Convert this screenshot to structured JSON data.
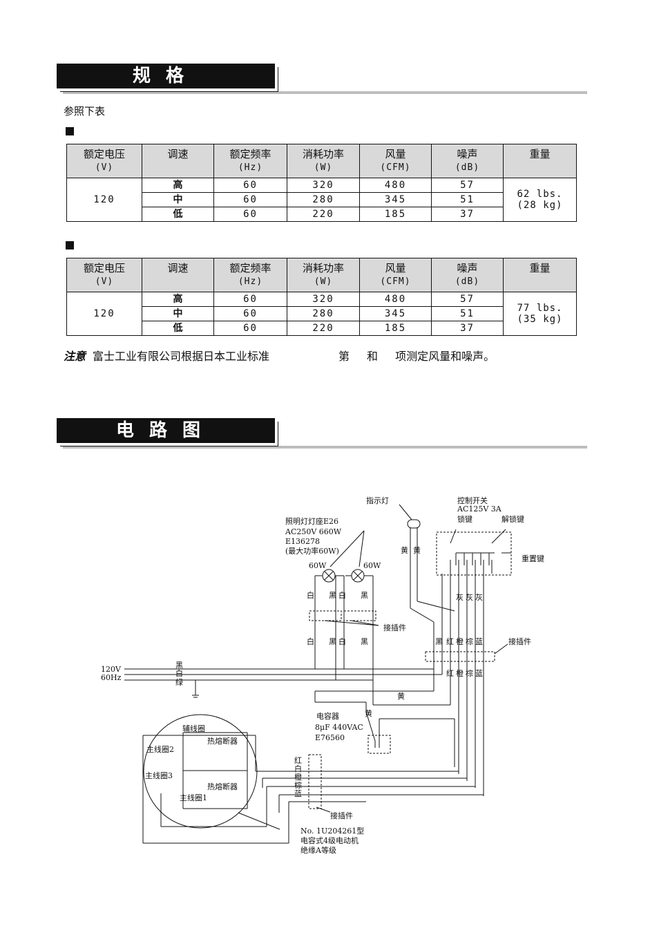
{
  "spec_section": {
    "title": "规格",
    "ref_text": "参照下表"
  },
  "table_headers": [
    {
      "label": "额定电压",
      "unit": "(V)"
    },
    {
      "label": "调速",
      "unit": ""
    },
    {
      "label": "额定频率",
      "unit": "(Hz)"
    },
    {
      "label": "消耗功率",
      "unit": "(W)"
    },
    {
      "label": "风量",
      "unit": "(CFM)"
    },
    {
      "label": "噪声",
      "unit": "(dB)"
    },
    {
      "label": "重量",
      "unit": ""
    }
  ],
  "table1": {
    "voltage": "120",
    "rows": [
      {
        "speed": "高",
        "freq": "60",
        "power": "320",
        "airflow": "480",
        "noise": "57"
      },
      {
        "speed": "中",
        "freq": "60",
        "power": "280",
        "airflow": "345",
        "noise": "51"
      },
      {
        "speed": "低",
        "freq": "60",
        "power": "220",
        "airflow": "185",
        "noise": "37"
      }
    ],
    "weight_lbs": "62 lbs.",
    "weight_kg": "(28 kg)"
  },
  "table2": {
    "voltage": "120",
    "rows": [
      {
        "speed": "高",
        "freq": "60",
        "power": "320",
        "airflow": "480",
        "noise": "57"
      },
      {
        "speed": "中",
        "freq": "60",
        "power": "280",
        "airflow": "345",
        "noise": "51"
      },
      {
        "speed": "低",
        "freq": "60",
        "power": "220",
        "airflow": "185",
        "noise": "37"
      }
    ],
    "weight_lbs": "77 lbs.",
    "weight_kg": "(35 kg)"
  },
  "note": {
    "label": "注意",
    "part1": "富士工业有限公司根据日本工业标准",
    "part2": "第",
    "part3": "和",
    "part4": "项测定风量和噪声。"
  },
  "circuit_section": {
    "title": "电路图"
  },
  "circuit": {
    "indicator_lamp": "指示灯",
    "control_switch": "控制开关",
    "switch_rating": "AC125V 3A",
    "lock_key": "锁键",
    "unlock_key": "解锁键",
    "reset_key": "重置键",
    "lamp_socket": "照明灯灯座E26",
    "lamp_rating": "AC250V 660W",
    "lamp_code": "E136278",
    "lamp_max": "(最大功率60W)",
    "lamp_w1": "60W",
    "lamp_w2": "60W",
    "connector1": "接插件",
    "connector2": "接插件",
    "connector3": "接插件",
    "supply_v": "120V",
    "supply_hz": "60Hz",
    "capacitor": "电容器",
    "cap_rating": "8μF 440VAC",
    "cap_code": "E76560",
    "aux_coil": "辅线圈",
    "main_coil2": "主线圈2",
    "main_coil3": "主线圈3",
    "main_coil1": "主线圈1",
    "thermal1": "热熔断器",
    "thermal2": "热熔断器",
    "motor_model": "No. 1U204261型",
    "motor_type": "电容式4级电动机",
    "motor_insulation": "绝缘A等级",
    "c_black": "黑",
    "c_white": "白",
    "c_green": "绿",
    "c_yellow": "黄",
    "c_red": "红",
    "c_orange": "橙",
    "c_brown": "棕",
    "c_blue": "蓝",
    "c_gray": "灰"
  }
}
